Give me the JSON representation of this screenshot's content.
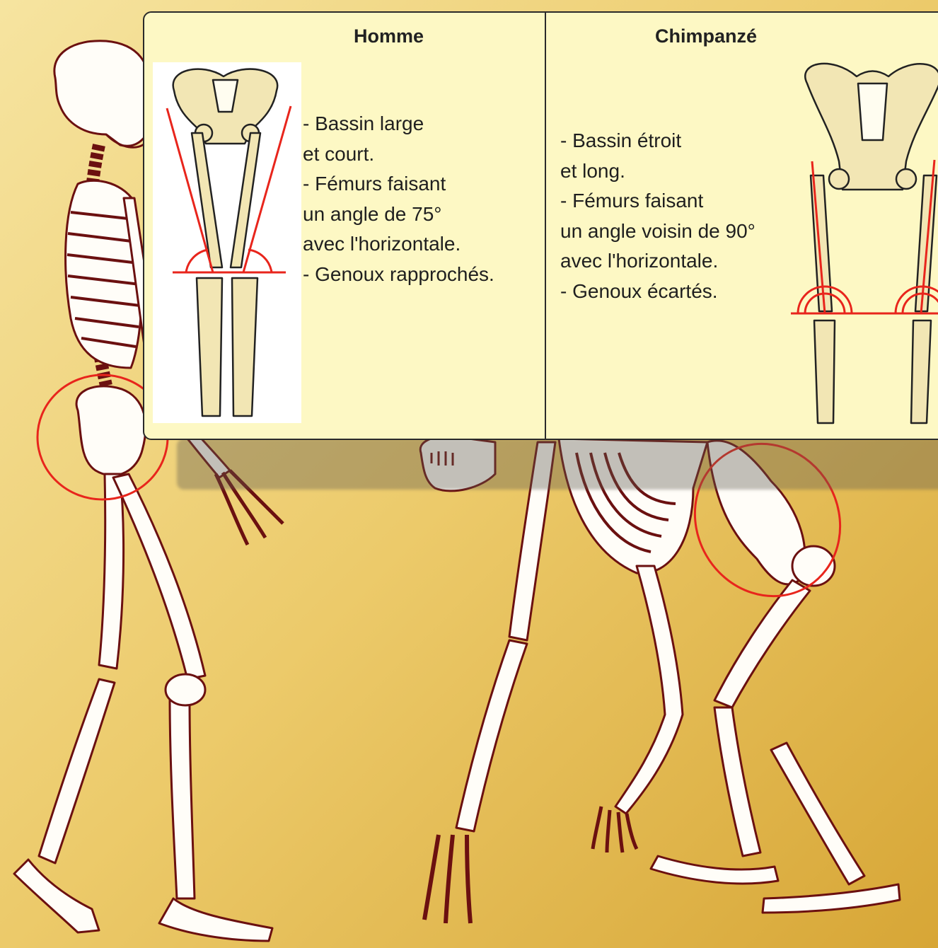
{
  "homme": {
    "title": "Homme",
    "description": [
      "- Bassin large",
      "et court.",
      "- Fémurs faisant",
      "un angle de 75°",
      "avec l'horizontale.",
      "- Genoux rapprochés."
    ]
  },
  "chimpanze": {
    "title": "Chimpanzé",
    "description": [
      "- Bassin étroit",
      "et long.",
      "- Fémurs faisant",
      "un angle voisin de 90°",
      "avec l'horizontale.",
      "- Genoux écartés."
    ]
  },
  "colors": {
    "background_light": "#f3dd90",
    "background_dark": "#d9a838",
    "panel_fill": "#fdf8c4",
    "bone_fill": "#fffdf8",
    "bone_stroke": "#6b1010",
    "highlight_red": "#e8251c",
    "pelvis_fill": "#f2e6b4"
  }
}
